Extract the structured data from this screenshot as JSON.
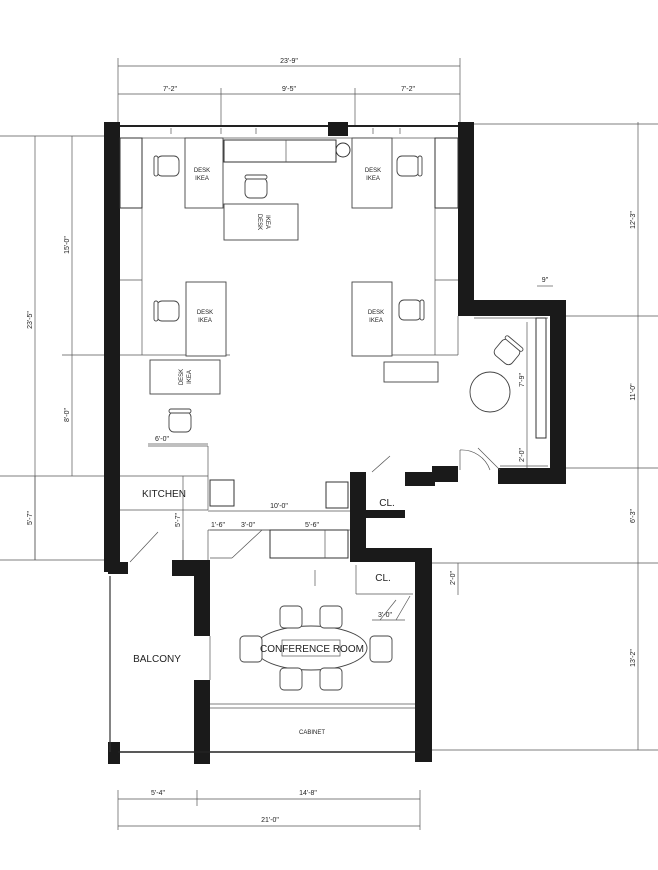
{
  "dimensions": {
    "overall_top": "23'-9\"",
    "top_left": "7'-2\"",
    "top_middle": "9'-5\"",
    "top_right": "7'-2\"",
    "left_overall": "23'-5\"",
    "left_upper": "15'-0\"",
    "left_middle": "8'-0\"",
    "left_lower": "5'-7\"",
    "right_upper": "12'-3\"",
    "right_middle": "11'-0\"",
    "right_lower": "6'-3\"",
    "right_closet": "2'-0\"",
    "right_bottom": "13'-2\"",
    "bay_top": "9\"",
    "bay_height": "7'-9\"",
    "bay_bottom": "2'-0\"",
    "desk_width": "6'-0\"",
    "kitchen_width": "10'-0\"",
    "kitchen_height": "5'-7\"",
    "seg_a": "1'-6\"",
    "seg_b": "3'-0\"",
    "seg_c": "5'-6\"",
    "closet_width": "3'-0\"",
    "bottom_left": "5'-4\"",
    "bottom_right": "14'-8\"",
    "bottom_overall": "21'-0\""
  },
  "rooms": {
    "kitchen": "KITCHEN",
    "balcony": "BALCONY",
    "conference": "CONFERENCE ROOM",
    "closet_upper": "CL.",
    "closet_lower": "CL.",
    "cabinet": "CABINET"
  },
  "desks": {
    "label_line1": "DESK",
    "label_line2": "IKEA"
  }
}
